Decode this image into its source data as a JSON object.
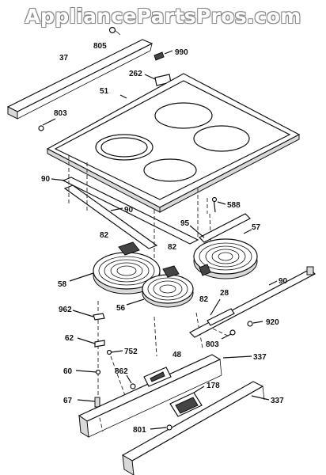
{
  "watermark": "AppliancePartsPros.com",
  "parts": {
    "p805": "805",
    "p990": "990",
    "p37": "37",
    "p262": "262",
    "p51": "51",
    "p803a": "803",
    "p90a": "90",
    "p90b": "90",
    "p588": "588",
    "p95": "95",
    "p82a": "82",
    "p82b": "82",
    "p57": "57",
    "p58": "58",
    "p82c": "82",
    "p56": "56",
    "p90c": "90",
    "p28": "28",
    "p962": "962",
    "p920": "920",
    "p62": "62",
    "p803b": "803",
    "p752": "752",
    "p48": "48",
    "p337a": "337",
    "p862": "862",
    "p60": "60",
    "p178": "178",
    "p337b": "337",
    "p67": "67",
    "p801": "801"
  }
}
